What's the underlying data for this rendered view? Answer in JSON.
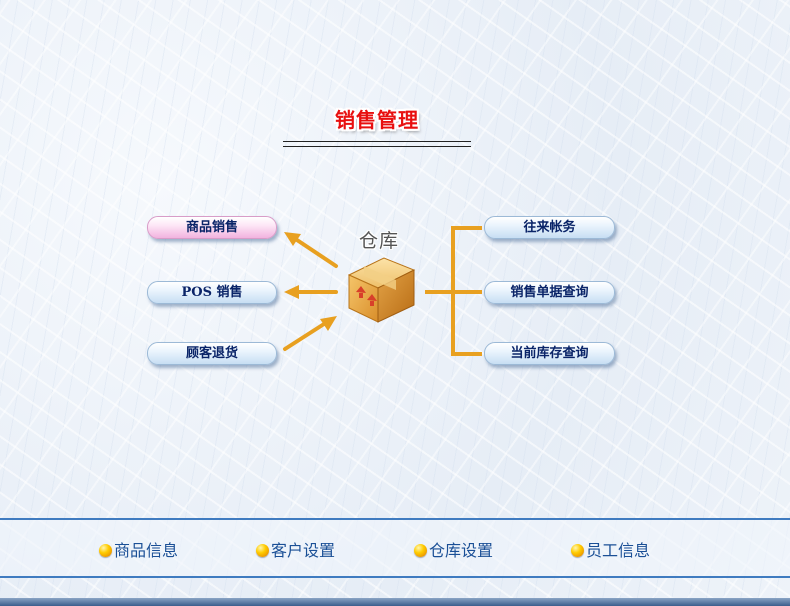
{
  "page": {
    "title": "销售管理"
  },
  "center": {
    "label": "仓库",
    "icon": "box-icon"
  },
  "left_menu": [
    {
      "label": "商品销售",
      "active": true
    },
    {
      "label": "POS 销售",
      "active": false
    },
    {
      "label": "顾客退货",
      "active": false
    }
  ],
  "right_menu": [
    {
      "label": "往来帐务"
    },
    {
      "label": "销售单据查询"
    },
    {
      "label": "当前库存查询"
    }
  ],
  "bottom_nav": [
    {
      "label": "商品信息",
      "icon": "bullet-icon"
    },
    {
      "label": "客户设置",
      "icon": "bullet-icon"
    },
    {
      "label": "仓库设置",
      "icon": "bullet-icon"
    },
    {
      "label": "员工信息",
      "icon": "bullet-icon"
    }
  ],
  "colors": {
    "title_red": "#e81010",
    "button_text": "#0a2468",
    "active_pink": "#f2b3df",
    "connector_orange": "#e8a020",
    "bar_blue": "#3f7bc0",
    "link_blue": "#1a4f96"
  }
}
